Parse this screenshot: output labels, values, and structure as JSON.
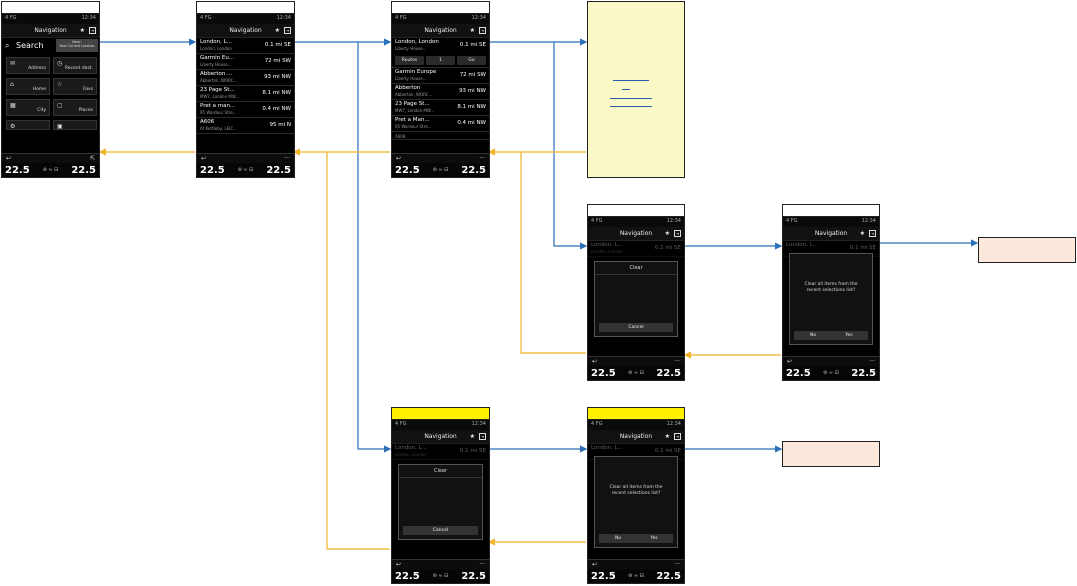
{
  "status": {
    "time": "12:34",
    "signal": "4 FG"
  },
  "nav_title": "Navigation",
  "speed": "22.5",
  "search_screen": {
    "search_label": "Search",
    "near_label": "Near:",
    "near_value": "Near Current Location",
    "tiles": [
      {
        "label": "Address",
        "icon": "✉"
      },
      {
        "label": "Recent dest.",
        "icon": "◷"
      },
      {
        "label": "Home",
        "icon": "⌂"
      },
      {
        "label": "Favs",
        "icon": "☆"
      },
      {
        "label": "City",
        "icon": "▦"
      },
      {
        "label": "Places",
        "icon": "▢"
      }
    ]
  },
  "recent_list": [
    {
      "name": "London, L...",
      "addr": "London, London",
      "dist": "0.1 mi SE"
    },
    {
      "name": "Garmin Eu...",
      "addr": "Liberty House...",
      "dist": "72 mi SW"
    },
    {
      "name": "Abberton ...",
      "addr": "Abberton, WORC...",
      "dist": "93 mi NW"
    },
    {
      "name": "23 Page St...",
      "addr": "MW7, London MW...",
      "dist": "8.1 mi NW"
    },
    {
      "name": "Pret a man...",
      "addr": "95 Wardour Stre...",
      "dist": "0.4 mi NW"
    },
    {
      "name": "A606",
      "addr": "At Kettleby, LEIC...",
      "dist": "95 mi N"
    }
  ],
  "expanded_screen": {
    "first": {
      "name": "London, London",
      "addr": "Liberty House...",
      "dist": "0.1 mi SE"
    },
    "actions": [
      "Routes",
      "1",
      "Go"
    ],
    "rest": [
      {
        "name": "Garmin Europe",
        "addr": "Liberty House...",
        "dist": "72 mi SW"
      },
      {
        "name": "Abberton",
        "addr": "Abberton, WORC...",
        "dist": "93 mi NW"
      },
      {
        "name": "23 Page St...",
        "addr": "MW7, London MW...",
        "dist": "8.1 mi NW"
      },
      {
        "name": "Pret a Man...",
        "addr": "95 Wardour Stre...",
        "dist": "0.4 mi NW"
      }
    ],
    "cut": "A606"
  },
  "dialog_clear": {
    "title": "Clear",
    "cancel": "Cancel"
  },
  "dialog_confirm": {
    "message": "Clear all items from the recent selections list?",
    "no": "No",
    "yes": "Yes"
  },
  "colors": {
    "flow_forward": "#2a6fb8",
    "flow_back": "#f0b428",
    "note_bg": "#fbf8c8",
    "target_bg": "#fde9db",
    "header_highlight": "#fff200"
  }
}
